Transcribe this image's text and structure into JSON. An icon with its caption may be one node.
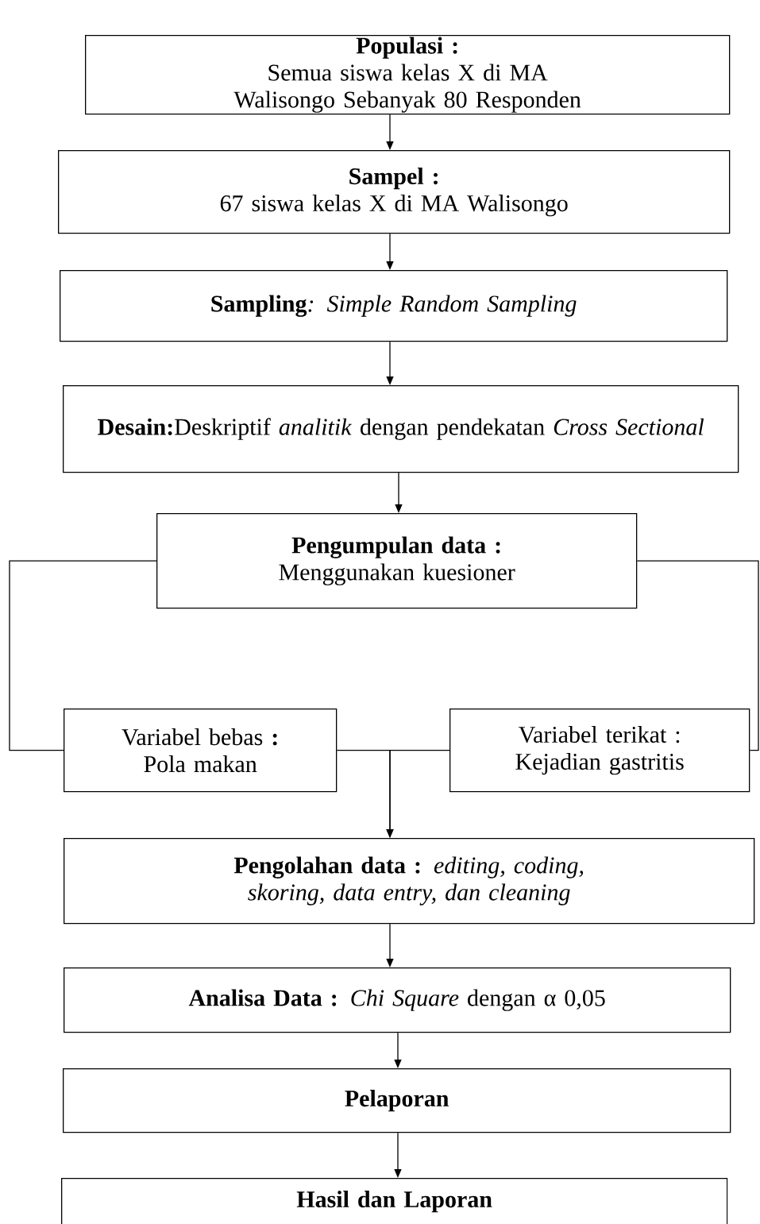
{
  "diagram": {
    "nodes": [
      {
        "text": [
          "Populasi :",
          "Semua siswa kelas X di MA Walisongo Sebanyak 80 Responden"
        ]
      },
      {
        "text": [
          "Sampel :",
          "67 siswa kelas X di MA Walisongo"
        ]
      },
      {
        "text": [
          "Sampling",
          ": Simple Random Sampling"
        ]
      },
      {
        "text": [
          "Desain:",
          "Deskriptif *analitik* dengan pendekatan *Cross Sectional*"
        ]
      },
      {
        "text": [
          "Pengumpulan data :",
          "Menggunakan kuesioner"
        ]
      },
      {
        "text": [
          "Variabel bebas **:**",
          "Pola makan"
        ]
      },
      {
        "text": [
          "Variabel terikat :",
          "Kejadian gastritis"
        ]
      },
      {
        "text": [
          "Pengolahan data :",
          "editing, coding, skoring, data entry, dan cleaning"
        ]
      },
      {
        "text": [
          "Analisa Data :",
          "*Chi Square* dengan α 0,05"
        ]
      },
      {
        "text": [
          "Pelaporan"
        ]
      },
      {
        "text": [
          "Hasil dan Laporan"
        ]
      }
    ],
    "edges": [
      {
        "from": 0,
        "to": 1,
        "arrow": "to"
      },
      {
        "from": 1,
        "to": 2,
        "arrow": "to"
      },
      {
        "from": 2,
        "to": 3,
        "arrow": "to"
      },
      {
        "from": 3,
        "to": 4,
        "arrow": "to"
      },
      {
        "from": 4,
        "to": 5,
        "arrow": "none"
      },
      {
        "from": 4,
        "to": 6,
        "arrow": "none"
      },
      {
        "from": 5,
        "to": 7,
        "arrow": "to"
      },
      {
        "from": 6,
        "to": 7,
        "arrow": "to"
      },
      {
        "from": 7,
        "to": 8,
        "arrow": "to"
      },
      {
        "from": 8,
        "to": 9,
        "arrow": "to"
      },
      {
        "from": 9,
        "to": 10,
        "arrow": "to"
      }
    ]
  }
}
